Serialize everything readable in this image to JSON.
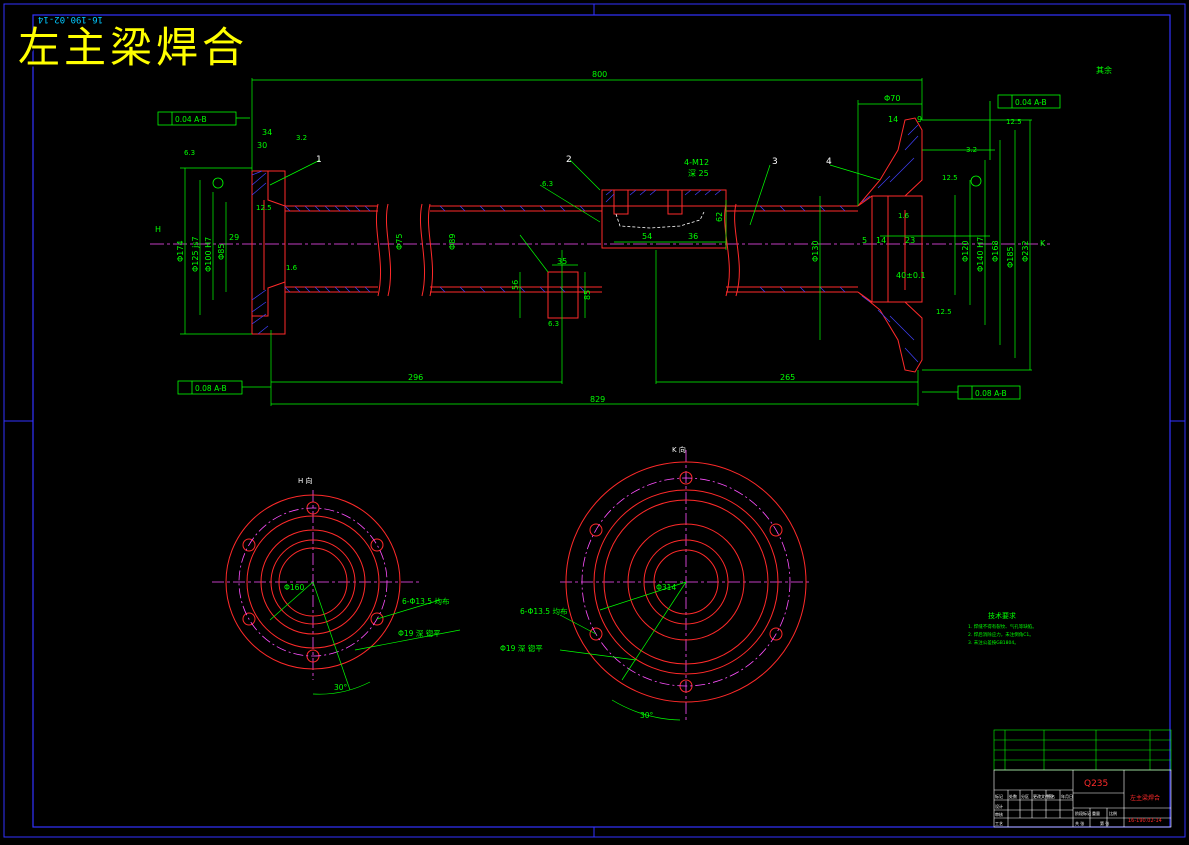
{
  "drawing": {
    "title": "左主梁焊合",
    "drawing_number_top": "16-190.02-14",
    "material": "Q235",
    "part_name": "左主梁焊合",
    "drawing_number": "16-190.02-14",
    "roughness_other": "其余"
  },
  "callouts": [
    "1",
    "2",
    "3",
    "4"
  ],
  "section_labels": {
    "left_view": "H 向",
    "right_view": "K 向",
    "left_mark": "H",
    "right_mark": "K"
  },
  "tolerances": {
    "tl": "0.04 A-B",
    "tr": "0.04 A-B",
    "bl": "0.08 A-B",
    "br": "0.08 A-B"
  },
  "dimensions": {
    "overall_top": "800",
    "overall_bottom": "829",
    "left_bottom": "296",
    "right_bottom": "265",
    "left_flange_width": "34",
    "left_flange_inner": "30",
    "left_bore": "29",
    "pipe_dia": "Φ75",
    "pipe_inner": "Φ89",
    "mid_width": "54",
    "mid_right": "36",
    "mid_height": "62",
    "slot_a": "56",
    "slot_b": "35",
    "slot_c": "85",
    "right_top": "Φ70",
    "right_flange_a": "14",
    "right_flange_b": "9",
    "right_bore": "5",
    "right_inner_a": "14",
    "right_inner_b": "23",
    "right_tol": "40±0.1",
    "left_dia_1": "Φ174",
    "left_dia_2": "Φ125 js7",
    "left_dia_3": "Φ100 H7",
    "left_dia_4": "Φ85",
    "right_dia_1": "Φ130",
    "right_dia_2": "Φ232",
    "right_dia_3": "Φ185",
    "right_dia_4": "Φ168",
    "right_dia_5": "Φ140 H7",
    "right_dia_6": "Φ120",
    "hole_spec": "4-M12",
    "hole_depth": "深 25",
    "left_view_dia": "Φ160",
    "right_view_dia": "Φ314",
    "left_holes": "6-Φ13.5 均布",
    "right_holes": "6-Φ13.5 均布",
    "left_cb": "Φ19 深 锪平",
    "right_cb": "Φ19 深 锪平",
    "angle": "30°"
  },
  "roughness": [
    "6.3",
    "12.5",
    "3.2",
    "1.6",
    "6.3",
    "12.5",
    "3.2",
    "12.5",
    "6.3",
    "12.5",
    "1.6"
  ],
  "tech_req": {
    "title": "技术要求",
    "lines": [
      "1. 焊缝不得有裂纹、气孔等缺陷。",
      "2. 焊后消除应力，未注倒角C1。",
      "3. 未注公差按GB1804。"
    ]
  },
  "title_block": {
    "cols": [
      "标记",
      "处数",
      "分区",
      "更改文件号",
      "签名",
      "年月日"
    ],
    "rows": [
      "设计",
      "审核",
      "工艺"
    ],
    "right": [
      "阶段标记",
      "重量",
      "比例"
    ],
    "sheet": [
      "共 张",
      "第 张"
    ]
  },
  "colors": {
    "border": "#3232ff",
    "outline": "#ff2a2a",
    "dim": "#00ff00",
    "center": "#ff4fff",
    "hatch": "#4040ff",
    "text": "#ffffff",
    "title": "#ffff00"
  }
}
